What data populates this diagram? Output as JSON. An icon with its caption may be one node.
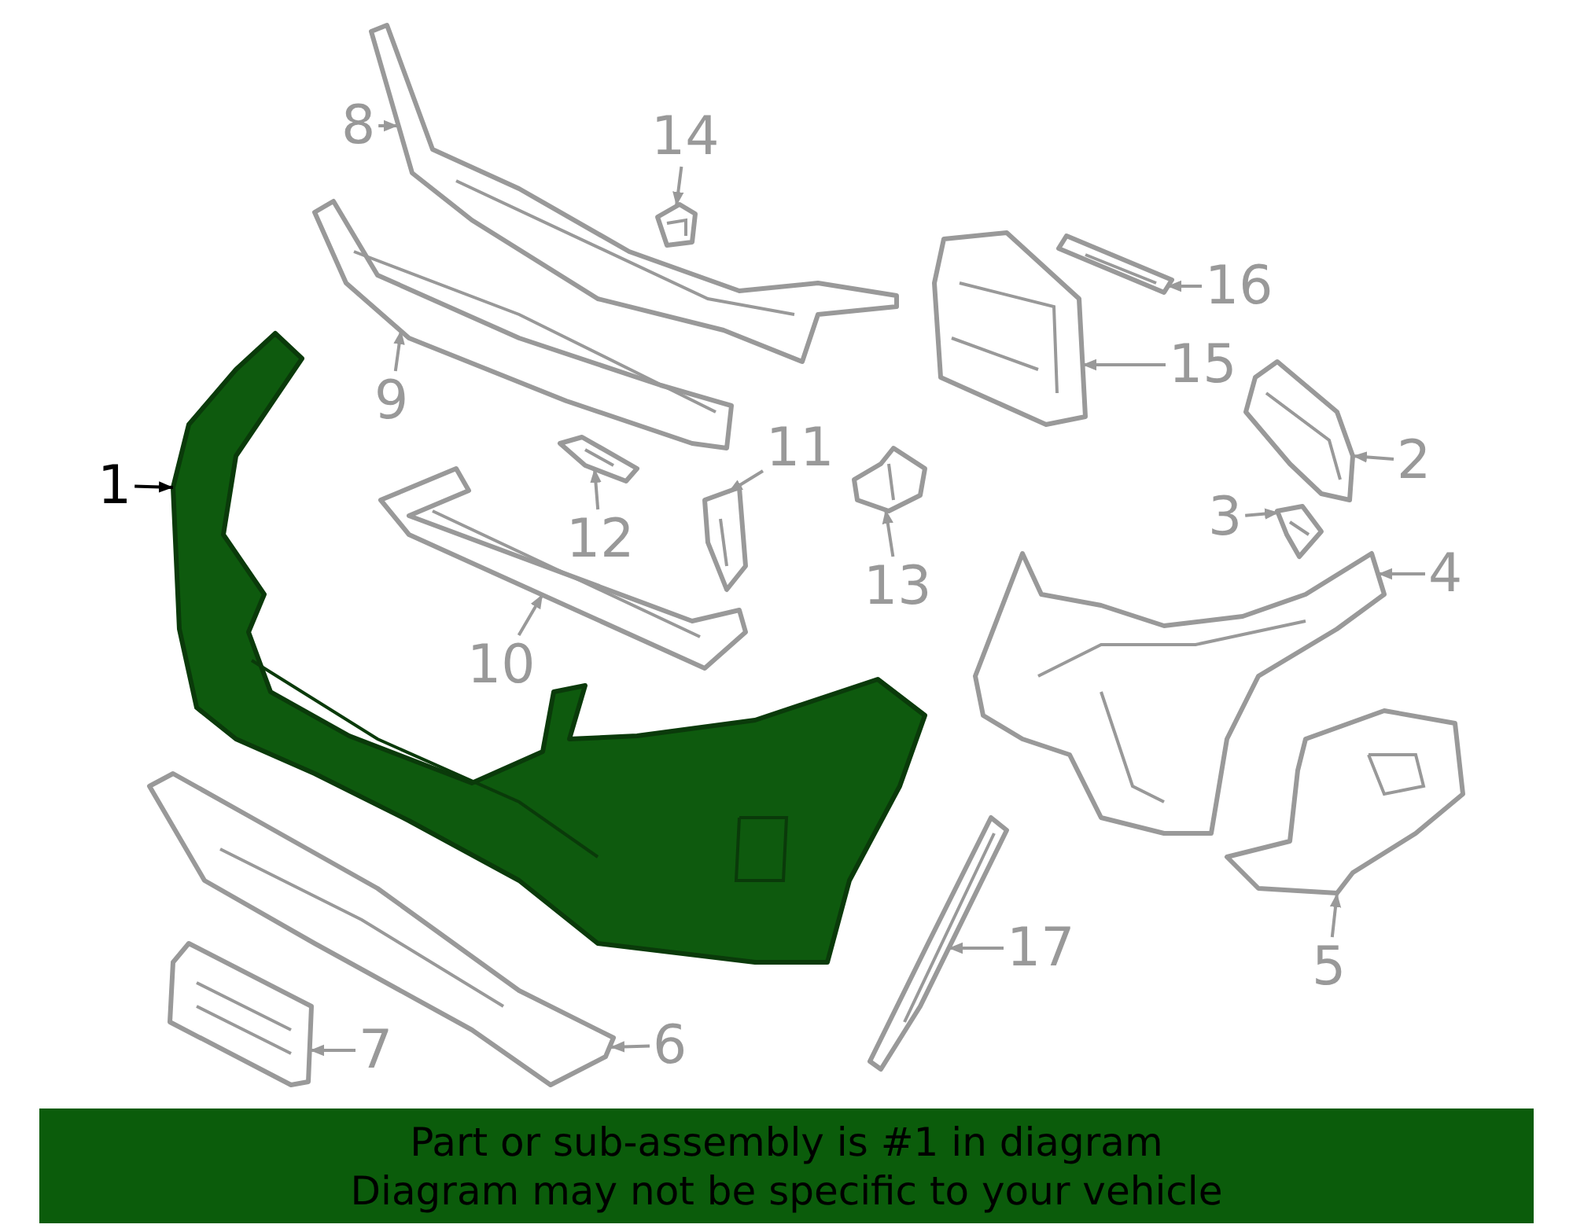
{
  "diagram": {
    "nodes": [
      {
        "text": [
          "1"
        ]
      },
      {
        "text": [
          "2"
        ]
      },
      {
        "text": [
          "3"
        ]
      },
      {
        "text": [
          "4"
        ]
      },
      {
        "text": [
          "5"
        ]
      },
      {
        "text": [
          "6"
        ]
      },
      {
        "text": [
          "7"
        ]
      },
      {
        "text": [
          "8"
        ]
      },
      {
        "text": [
          "9"
        ]
      },
      {
        "text": [
          "10"
        ]
      },
      {
        "text": [
          "11"
        ]
      },
      {
        "text": [
          "12"
        ]
      },
      {
        "text": [
          "13"
        ]
      },
      {
        "text": [
          "14"
        ]
      },
      {
        "text": [
          "15"
        ]
      },
      {
        "text": [
          "16"
        ]
      },
      {
        "text": [
          "17"
        ]
      },
      {
        "text": [],
        "shape": "picture"
      },
      {
        "text": [],
        "shape": "picture"
      },
      {
        "text": [],
        "shape": "picture"
      },
      {
        "text": [],
        "shape": "picture"
      },
      {
        "text": [],
        "shape": "picture"
      },
      {
        "text": [],
        "shape": "picture"
      },
      {
        "text": [],
        "shape": "picture"
      },
      {
        "text": [],
        "shape": "picture"
      },
      {
        "text": [],
        "shape": "picture"
      },
      {
        "text": [],
        "shape": "picture"
      },
      {
        "text": [],
        "shape": "picture"
      },
      {
        "text": [],
        "shape": "picture"
      },
      {
        "text": [],
        "shape": "picture"
      },
      {
        "text": [],
        "shape": "picture"
      },
      {
        "text": [],
        "shape": "picture"
      },
      {
        "text": [],
        "shape": "picture"
      },
      {
        "text": [],
        "shape": "picture"
      },
      {
        "text": [
          "Part or sub-assembly is #1 in diagram",
          "Diagram may not be specific to your vehicle"
        ]
      }
    ],
    "edges": [
      {
        "from": 0,
        "to": 17,
        "arrow": "to",
        "color": "#000000"
      },
      {
        "from": 1,
        "to": 18,
        "arrow": "to"
      },
      {
        "from": 2,
        "to": 19,
        "arrow": "to"
      },
      {
        "from": 3,
        "to": 20,
        "arrow": "to"
      },
      {
        "from": 4,
        "to": 21,
        "arrow": "to"
      },
      {
        "from": 5,
        "to": 22,
        "arrow": "to"
      },
      {
        "from": 6,
        "to": 23,
        "arrow": "to"
      },
      {
        "from": 7,
        "to": 24,
        "arrow": "to"
      },
      {
        "from": 8,
        "to": 25,
        "arrow": "to"
      },
      {
        "from": 9,
        "to": 26,
        "arrow": "to"
      },
      {
        "from": 10,
        "to": 27,
        "arrow": "to"
      },
      {
        "from": 11,
        "to": 28,
        "arrow": "to"
      },
      {
        "from": 12,
        "to": 29,
        "arrow": "to"
      },
      {
        "from": 13,
        "to": 30,
        "arrow": "to"
      },
      {
        "from": 14,
        "to": 31,
        "arrow": "to"
      },
      {
        "from": 15,
        "to": 32,
        "arrow": "to"
      },
      {
        "from": 16,
        "to": 33,
        "arrow": "to"
      }
    ]
  }
}
